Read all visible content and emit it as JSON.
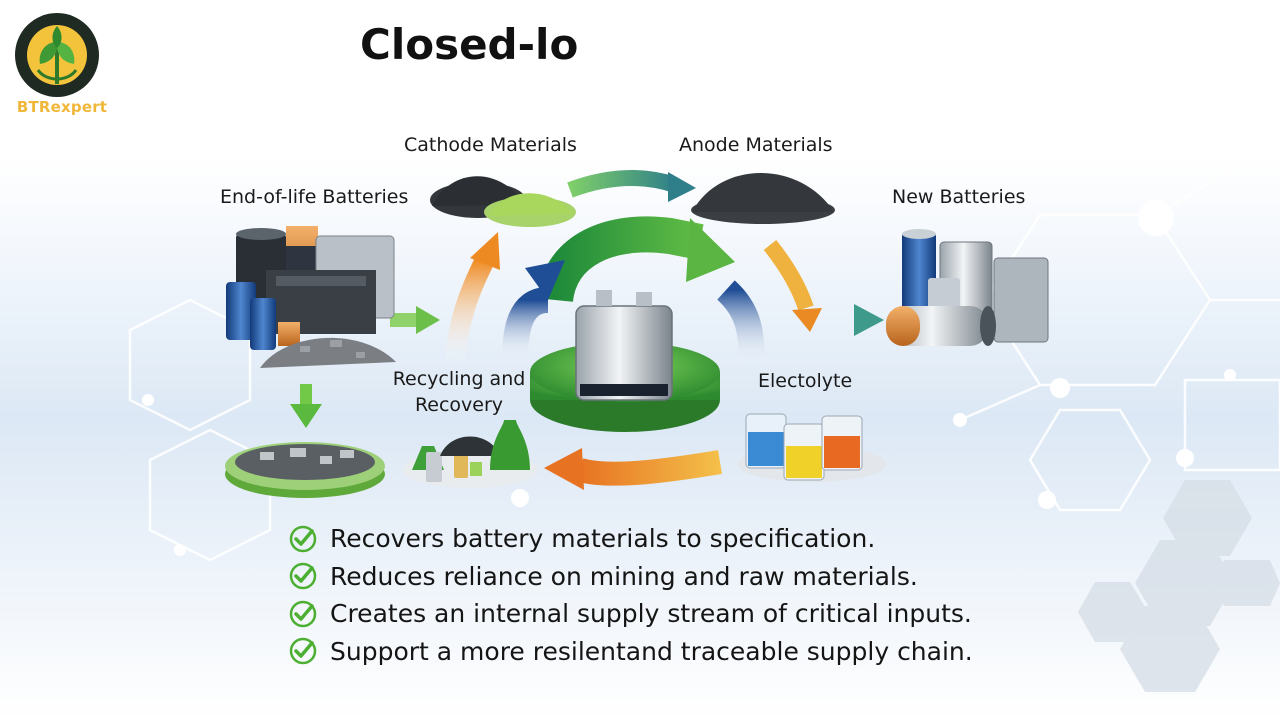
{
  "brand": {
    "logo_text": "BTRexpert"
  },
  "title": "Closed-lo",
  "diagram": {
    "labels": {
      "end_of_life": "End-of-life Batteries",
      "cathode": "Cathode Materials",
      "anode": "Anode Materials",
      "new_batteries": "New Batteries",
      "recycling_line1": "Recycling and",
      "recycling_line2": "Recovery",
      "electrolyte": "Electolyte"
    }
  },
  "bullets": [
    "Recovers battery materials to specification.",
    "Reduces reliance on mining and raw materials.",
    "Creates an internal supply stream of critical inputs.",
    "Support a more resilentand traceable supply chain."
  ],
  "colors": {
    "accent_green": "#4caf32",
    "arrow_orange": "#f0962a",
    "arrow_teal": "#3e9a8a",
    "arrow_blue": "#2c5fa8",
    "logo_gold": "#f0b73a"
  }
}
